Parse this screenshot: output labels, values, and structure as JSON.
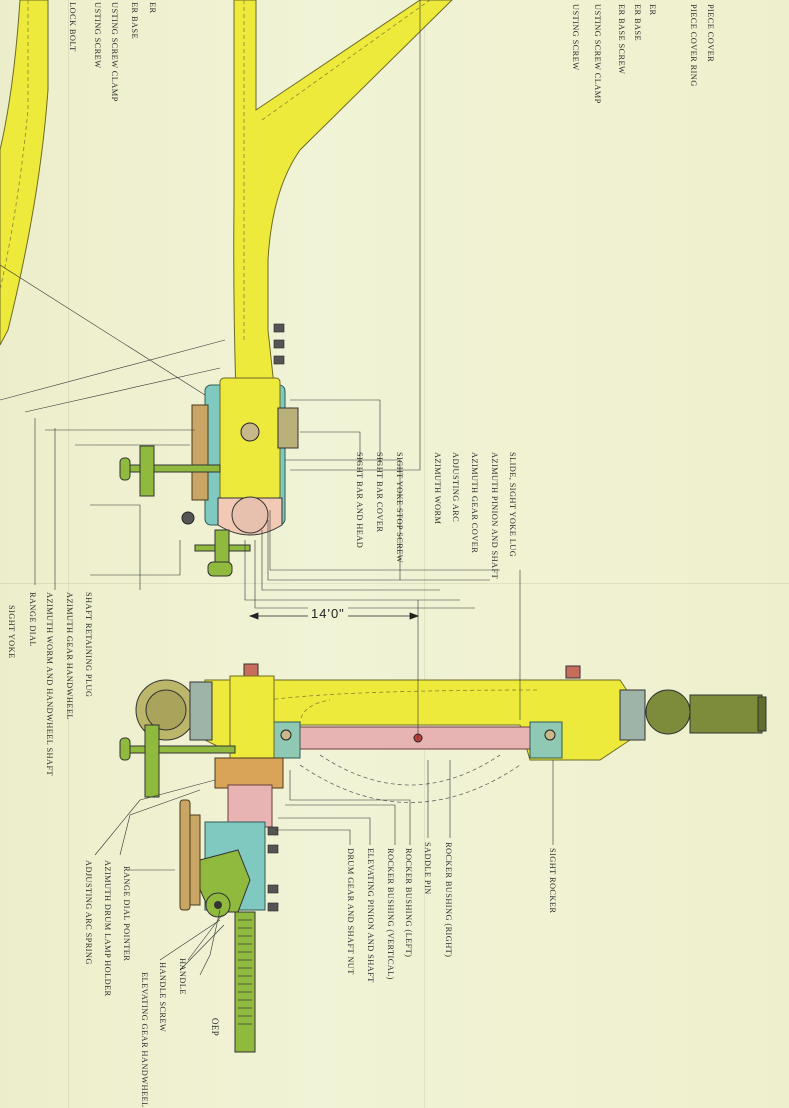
{
  "dimension": "14'0\"",
  "label_clip": "OEP",
  "labels_top_right": [
    "PIECE COVER",
    "PIECE COVER RING",
    "ER",
    "ER BASE",
    "ER BASE SCREW",
    "USTING SCREW CLAMP",
    "USTING SCREW"
  ],
  "labels_top_left": [
    "ER",
    "ER BASE",
    "USTING SCREW",
    "USTING SCREW CLAMP",
    "LOCK BOLT"
  ],
  "labels_mid_right": [
    "SLIDE, SIGHT YOKE LUG",
    "AZIMUTH PINION AND SHAFT",
    "AZIMUTH GEAR COVER",
    "ADJUSTING ARC",
    "AZIMUTH WORM"
  ],
  "labels_mid": [
    "SIGHT YOKE STOP SCREW",
    "SIGHT BAR COVER",
    "SIGHT BAR AND HEAD"
  ],
  "labels_left": [
    "SHAFT RETAINING PLUG",
    "AZIMUTH GEAR HANDWHEEL",
    "AZIMUTH WORM AND HANDWHEEL SHAFT",
    "RANGE DIAL",
    "SIGHT YOKE"
  ],
  "labels_lower_right": [
    "SIGHT ROCKER",
    "ROCKER BUSHING (RIGHT)",
    "SADDLE PIN",
    "ROCKER BUSHING (LEFT)",
    "ROCKER BUSHING (VERTICAL)",
    "ELEVATING PINION AND SHAFT",
    "DRUM GEAR AND SHAFT NUT"
  ],
  "labels_lower_left": [
    "RANGE DIAL POINTER",
    "AZIMUTH DRUM LAMP HOLDER",
    "ADJUSTING ARC SPRING",
    "HANDLE",
    "HANDLE SCREW",
    "ELEVATING GEAR HANDWHEEL"
  ]
}
